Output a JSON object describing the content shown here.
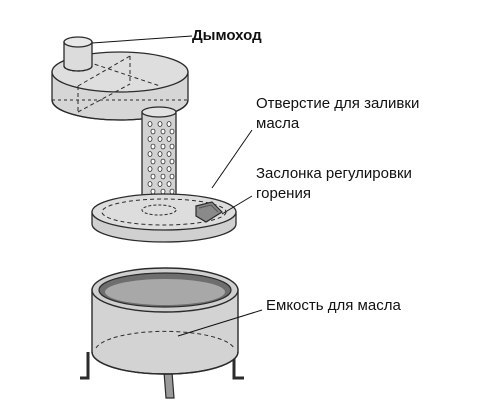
{
  "diagram": {
    "labels": {
      "chimney": "Дымоход",
      "oil_inlet_line1": "Отверстие для заливки",
      "oil_inlet_line2": "масла",
      "damper_line1": "Заслонка регулировки",
      "damper_line2": "горения",
      "oil_tank": "Емкость для масла"
    },
    "colors": {
      "fill": "#d4d4d4",
      "fill_dark": "#bdbdbd",
      "stroke": "#2b2b2b",
      "text": "#111111"
    }
  }
}
